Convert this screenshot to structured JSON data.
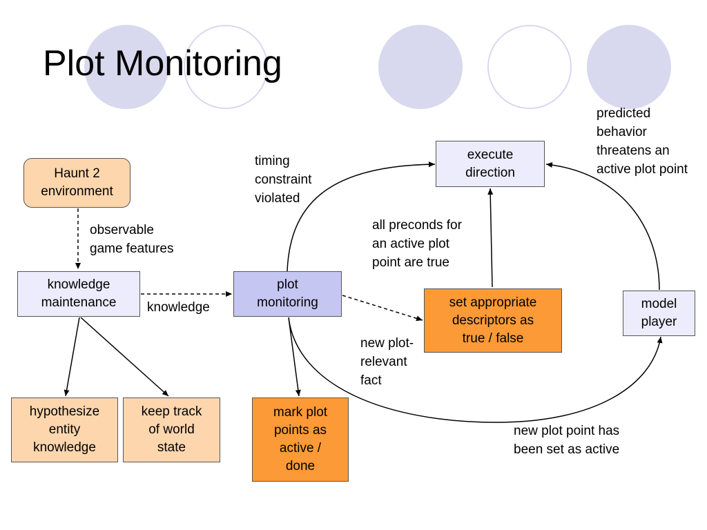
{
  "title": "Plot Monitoring",
  "nodes": {
    "haunt": "Haunt 2\nenvironment",
    "knowledge_maintenance": "knowledge\nmaintenance",
    "plot_monitoring": "plot\nmonitoring",
    "execute_direction": "execute\ndirection",
    "set_descriptors": "set appropriate\ndescriptors as\ntrue / false",
    "model_player": "model\nplayer",
    "hypothesize": "hypothesize\nentity\nknowledge",
    "keep_track": "keep track\nof world\nstate",
    "mark_plot_points": "mark plot\npoints as\nactive /\ndone"
  },
  "labels": {
    "observable": "observable\ngame features",
    "knowledge": "knowledge",
    "timing": "timing\nconstraint\nviolated",
    "all_preconds": "all preconds for\nan active plot\npoint are true",
    "predicted": "predicted\nbehavior\nthreatens an\nactive plot point",
    "new_fact": "new plot-\nrelevant\nfact",
    "new_point": "new plot point has\nbeen set as active"
  },
  "colors": {
    "lavender": "#ececfc",
    "lavender_dark": "#c6c6f2",
    "peach": "#fdd6ae",
    "orange": "#fb9a36",
    "decor_circle": "#d8d8ee"
  }
}
